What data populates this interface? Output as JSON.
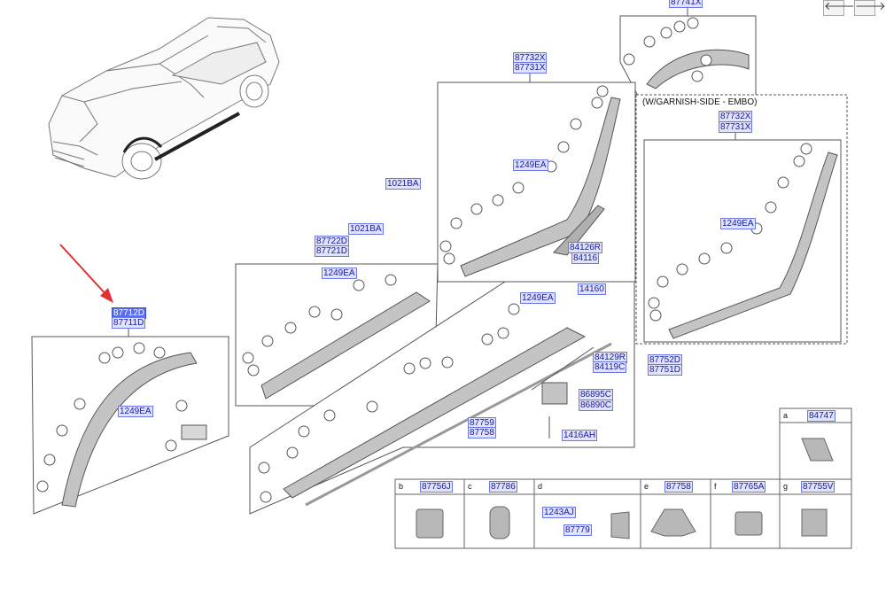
{
  "nav": {
    "back_glyph": "🡐",
    "forward_glyph": "🡒"
  },
  "colors": {
    "label_fill": "#dfe3ff",
    "label_border": "#6a78e8",
    "label_text": "#1a1a9a",
    "selected_fill": "#5a6ee8",
    "arrow": "#e03030",
    "part": "#b8b8b8"
  },
  "groups": {
    "top_arch": {
      "parts": [
        "87741X"
      ]
    },
    "front_garnish": {
      "parts": [
        "87732X",
        "87731X"
      ],
      "screw": "1249EA",
      "extras": [
        "84126R",
        "84116"
      ],
      "clip": "1021BA"
    },
    "embo_variant": {
      "title": "(W/GARNISH-SIDE - EMBO)",
      "parts": [
        "87732X",
        "87731X"
      ],
      "screw": "1249EA"
    },
    "rear_garnish": {
      "parts": [
        "87722D",
        "87721D"
      ],
      "screw": "1249EA",
      "clip": "1021BA"
    },
    "wheel_arch": {
      "parts": [
        "87712D",
        "87711D"
      ],
      "screw": "1249EA",
      "selected": "87712D"
    },
    "sill": {
      "parts": [
        "87759",
        "87758"
      ],
      "screw": "1249EA",
      "extras": [
        "14160",
        "84129R",
        "84119C",
        "87752D",
        "87751D",
        "86895C",
        "86890C",
        "1416AH"
      ]
    }
  },
  "legend": [
    {
      "letter": "a",
      "part": "84747"
    },
    {
      "letter": "b",
      "part": "87756J"
    },
    {
      "letter": "c",
      "part": "87786"
    },
    {
      "letter": "d",
      "parts": [
        "1243AJ",
        "87779"
      ]
    },
    {
      "letter": "e",
      "part": "87758"
    },
    {
      "letter": "f",
      "part": "87765A"
    },
    {
      "letter": "g",
      "part": "87755V"
    }
  ]
}
